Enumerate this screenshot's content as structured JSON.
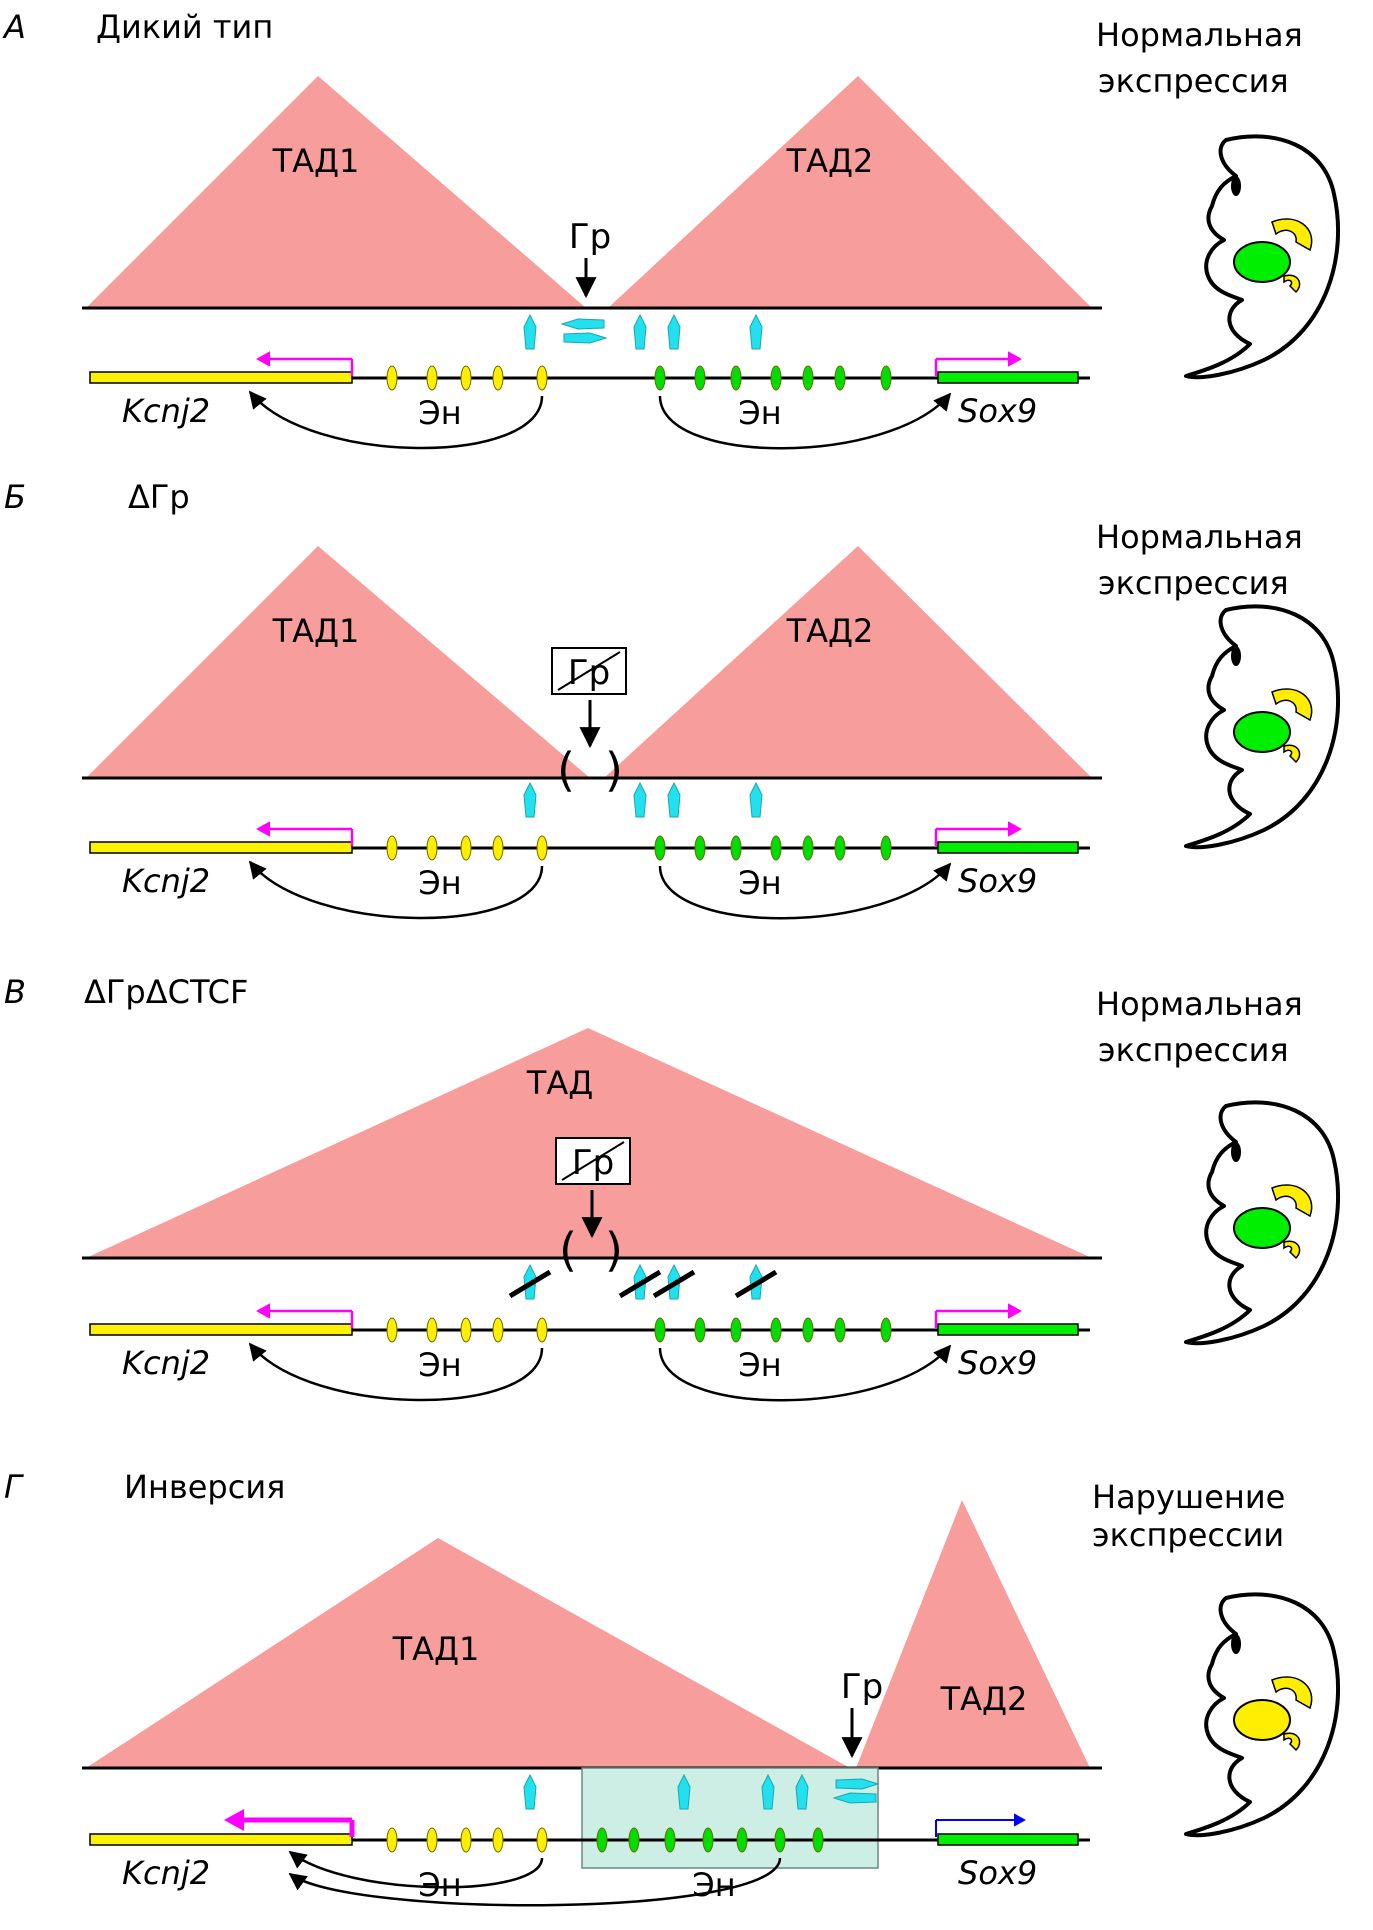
{
  "colors": {
    "tad_fill": "#f79d9b",
    "kcnj2_gene": "#fff200",
    "sox9_gene": "#00ee00",
    "enhancer_yellow": "#ffee00",
    "enhancer_green": "#00dd00",
    "ctcf_site": "#22e0ee",
    "arrow_magenta": "#ff00ff",
    "arrow_blue": "#0000ff",
    "inversion_box": "#cdeee4"
  },
  "labels": {
    "tad1": "ТАД1",
    "tad2": "ТАД2",
    "tad": "ТАД",
    "boundary": "Гр",
    "kcnj2": "Kcnj2",
    "sox9": "Sox9",
    "enhancer": "Эн",
    "normal_expression_line1": "Нормальная",
    "normal_expression_line2": "экспрессия",
    "disrupted_expression_line1": "Нарушение",
    "disrupted_expression_line2": "экспрессии"
  },
  "panels": [
    {
      "letter": "А",
      "title": "Дикий тип"
    },
    {
      "letter": "Б",
      "title": "ΔГр"
    },
    {
      "letter": "В",
      "title": "ΔГрΔCTCF"
    },
    {
      "letter": "Г",
      "title": "Инверсия"
    }
  ]
}
